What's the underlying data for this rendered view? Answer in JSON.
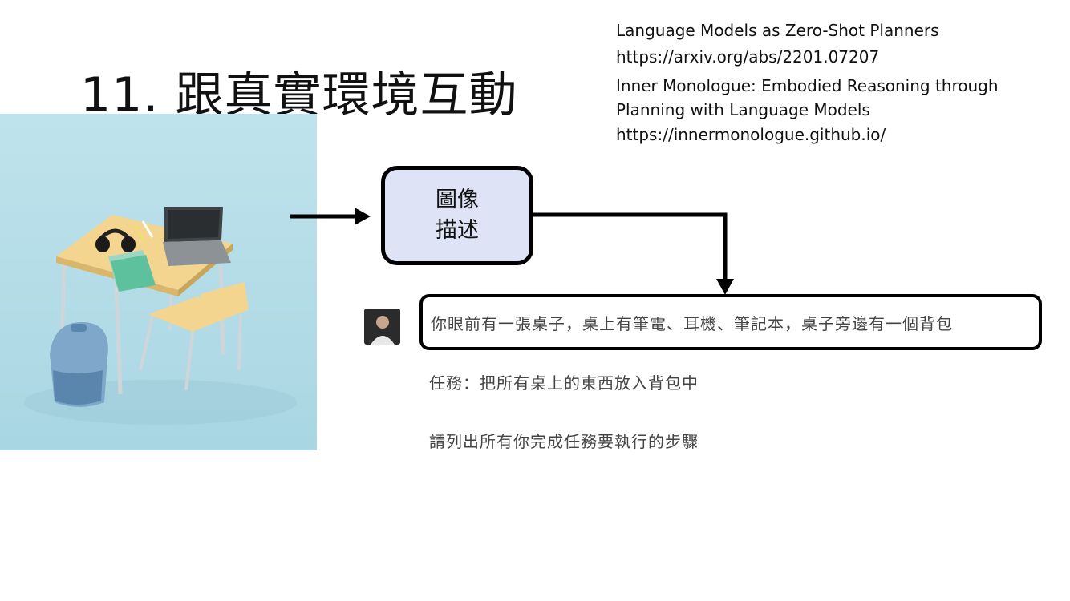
{
  "slide": {
    "title": "11. 跟真實環境互動"
  },
  "references": [
    {
      "title_line1": "Language Models as Zero-Shot Planners",
      "title_line2": "",
      "url": "https://arxiv.org/abs/2201.07207"
    },
    {
      "title_line1": "Inner Monologue: Embodied Reasoning through",
      "title_line2": "Planning with Language Models",
      "url": "https://innermonologue.github.io/"
    }
  ],
  "diagram": {
    "box_line1": "圖像",
    "box_line2": "描述",
    "box_fill": "#dfe3f6"
  },
  "chat": {
    "description": "你眼前有一張桌子，桌上有筆電、耳機、筆記本，桌子旁邊有一個背包",
    "task": "任務：把所有桌上的東西放入背包中",
    "instruction": "請列出所有你完成任務要執行的步驟"
  },
  "icons": {
    "photo": "desk-scene-photo",
    "avatar": "user-avatar-photo"
  }
}
